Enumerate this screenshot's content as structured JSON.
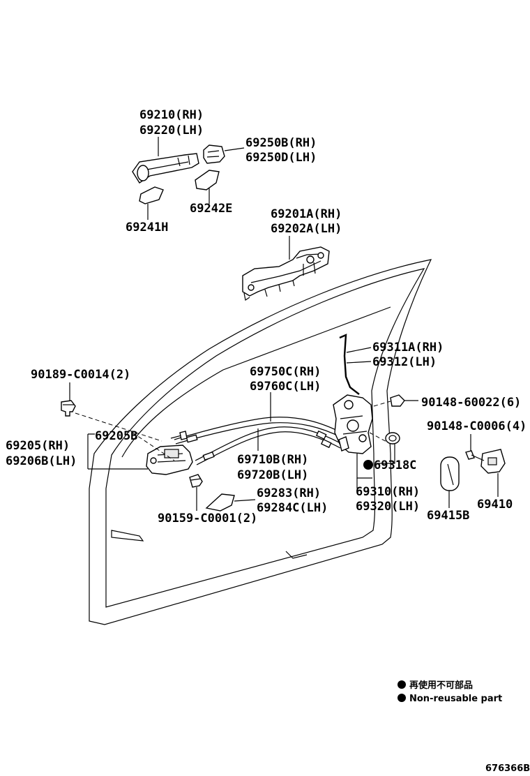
{
  "labels": {
    "p69210": "69210(RH)",
    "p69220": "69220(LH)",
    "p69250b": "69250B(RH)",
    "p69250d": "69250D(LH)",
    "p69242e": "69242E",
    "p69241h": "69241H",
    "p69201a": "69201A(RH)",
    "p69202a": "69202A(LH)",
    "p69311a": "69311A(RH)",
    "p69312": "69312(LH)",
    "p90189": "90189-C0014(2)",
    "p69750c": "69750C(RH)",
    "p69760c": "69760C(LH)",
    "p90148a": "90148-60022(6)",
    "p90148b": "90148-C0006(4)",
    "p69205b": "69205B",
    "p69205": "69205(RH)",
    "p69206b": "69206B(LH)",
    "p69710b": "69710B(RH)",
    "p69720b": "69720B(LH)",
    "p69318c": "69318C",
    "p69283": "69283(RH)",
    "p69284c": "69284C(LH)",
    "p90159": "90159-C0001(2)",
    "p69310": "69310(RH)",
    "p69320": "69320(LH)",
    "p69415b": "69415B",
    "p69410": "69410"
  },
  "legend": {
    "japanese": "再使用不可部品",
    "english": "Non-reusable part"
  },
  "drawing_number": "676366B"
}
